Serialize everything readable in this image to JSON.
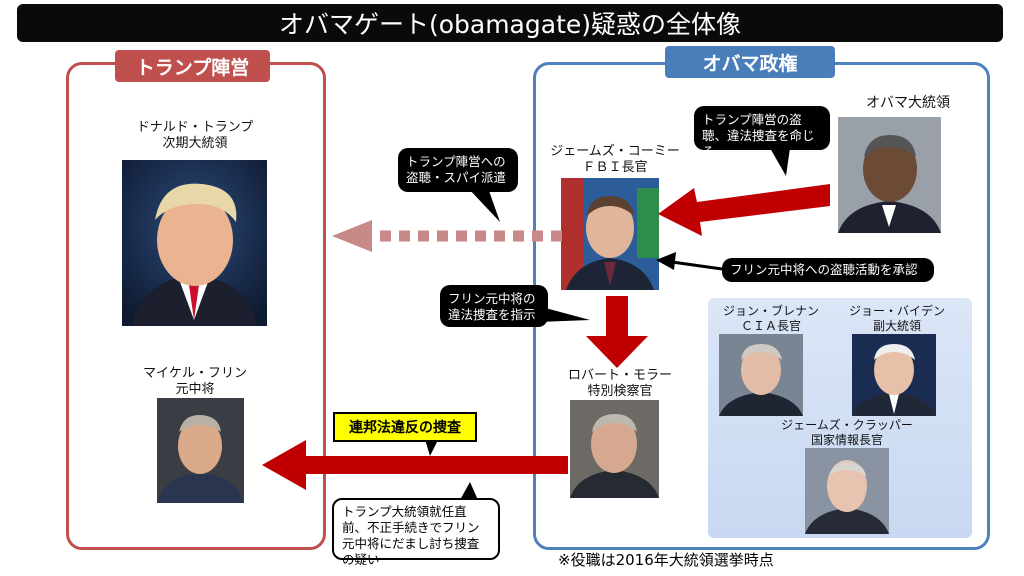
{
  "title": "オバマゲート(obamagate)疑惑の全体像",
  "left_panel": {
    "label": "トランプ陣営",
    "trump": {
      "name": "ドナルド・トランプ",
      "role": "次期大統領"
    },
    "flynn": {
      "name": "マイケル・フリン",
      "role": "元中将"
    }
  },
  "right_panel": {
    "label": "オバマ政権",
    "obama": {
      "name": "オバマ大統領"
    },
    "comey": {
      "name": "ジェームズ・コーミー",
      "role": "ＦＢＩ長官"
    },
    "mueller": {
      "name": "ロバート・モラー",
      "role": "特別検察官"
    },
    "brennan": {
      "name": "ジョン・ブレナン",
      "role": "ＣＩＡ長官"
    },
    "biden": {
      "name": "ジョー・バイデン",
      "role": "副大統領"
    },
    "clapper": {
      "name": "ジェームズ・クラッパー",
      "role": "国家情報長官"
    }
  },
  "callouts": {
    "obama_order": "トランプ陣営の盗聴、違法捜査を命じる",
    "spy": "トランプ陣営への盗聴・スパイ派遣",
    "approve": "フリン元中将への盗聴活動を承認",
    "instruct": "フリン元中将の違法捜査を指示",
    "federal": "連邦法違反の捜査",
    "suspicion": "トランプ大統領就任直前、不正手続きでフリン元中将にだまし討ち捜査の疑い"
  },
  "footnote": "※役職は2016年大統領選挙時点",
  "colors": {
    "red_panel": "#c0504d",
    "blue_panel": "#4f81bd",
    "arrow_red": "#c00000"
  }
}
